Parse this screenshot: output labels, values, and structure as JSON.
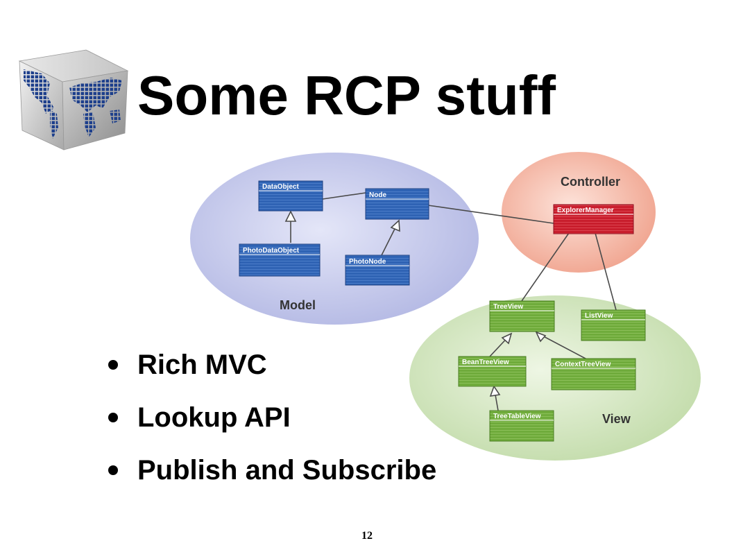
{
  "slide": {
    "title": "Some RCP stuff",
    "page_number": "12"
  },
  "logo": {
    "icon": "world-map-cube-icon"
  },
  "diagram": {
    "groups": {
      "model": "Model",
      "controller": "Controller",
      "view": "View"
    },
    "classes": {
      "data_object": "DataObject",
      "node": "Node",
      "photo_data_object": "PhotoDataObject",
      "photo_node": "PhotoNode",
      "explorer_manager": "ExplorerManager",
      "tree_view": "TreeView",
      "list_view": "ListView",
      "bean_tree_view": "BeanTreeView",
      "context_tree_view": "ContextTreeView",
      "tree_table_view": "TreeTableView"
    },
    "colors": {
      "model_bg": "#c9cdee",
      "controller_bg": "#f4b8a6",
      "view_bg": "#d3e6bf",
      "model_box": "#2a5aa8",
      "controller_box": "#c8182a",
      "view_box": "#6ea83a"
    }
  },
  "bullets": [
    {
      "text": "Rich MVC"
    },
    {
      "text": "Lookup API"
    },
    {
      "text": "Publish and Subscribe"
    }
  ]
}
